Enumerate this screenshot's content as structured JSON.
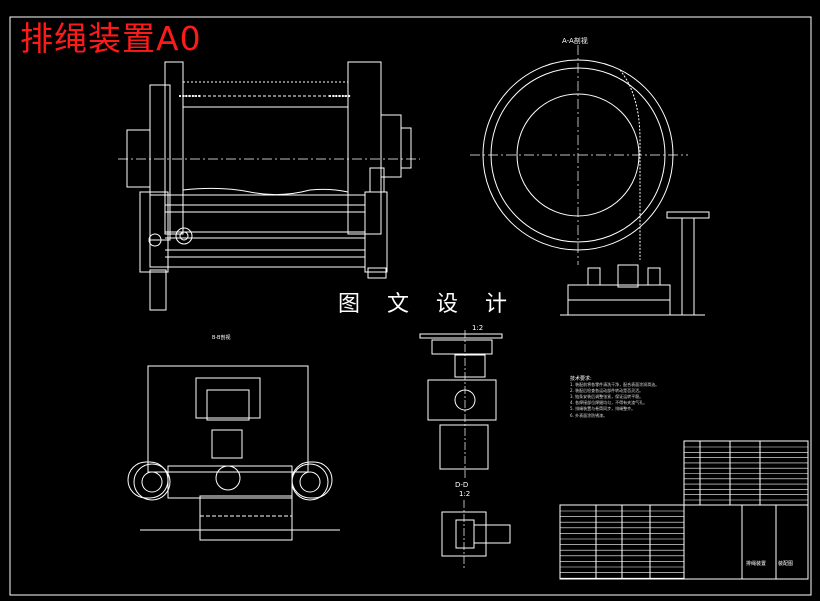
{
  "title": "排绳装置A0",
  "watermark": "图 文 设 计",
  "views": {
    "section_aa": "A-A剖视",
    "view_b": "B-B剖视",
    "scale_c": "1:2",
    "section_dd": "D-D",
    "scale_dd": "1:2"
  },
  "notes": {
    "heading": "技术要求:",
    "lines": [
      "1. 装配前将各零件清洗干净，配合表面涂润滑油。",
      "2. 装配后检查各运动部件转动是否灵活。",
      "3. 链条安装后调整张紧，保证运转平稳。",
      "4. 各焊接部位焊缝均匀，不得有夹渣气孔。",
      "5. 排绳装置与卷筒同步，排绳整齐。",
      "6. 外表面涂防锈漆。"
    ]
  },
  "title_block": {
    "name": "排绳装置",
    "drawing_no": "装配图"
  },
  "colors": {
    "line": "#ffffff",
    "title": "#ff1a1a",
    "background": "#000000"
  }
}
